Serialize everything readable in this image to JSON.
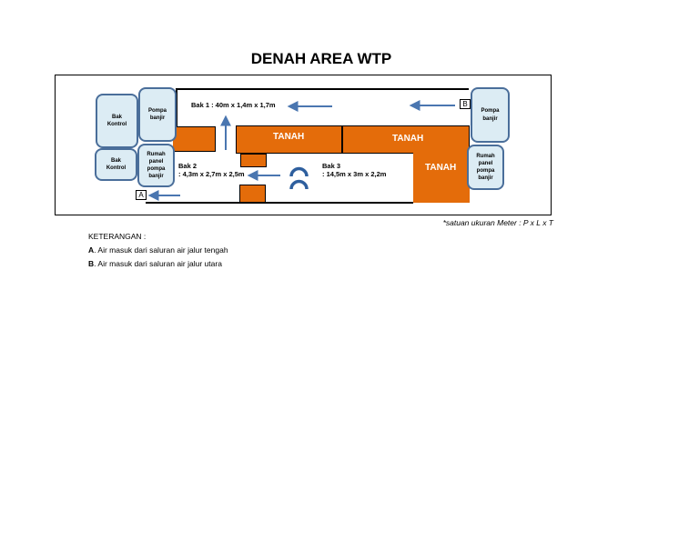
{
  "title": "DENAH AREA WTP",
  "boxes": {
    "bak_kontrol_1": "Bak Kontrol",
    "bak_kontrol_2": "Bak Kontrol",
    "pompa_banjir_left": "Pompa banjir",
    "rumah_panel_left": "Rumah panel pompa banjir",
    "pompa_banjir_right": "Pompa banjir",
    "rumah_panel_right": "Rumah panel pompa banjir"
  },
  "land": {
    "tanah_1": "TANAH",
    "tanah_2": "TANAH",
    "tanah_3": "TANAH"
  },
  "tanks": {
    "bak1": "Bak 1 : 40m x 1,4m x 1,7m",
    "bak2_name": "Bak 2",
    "bak2_dims": ": 4,3m x 2,7m x 2,5m",
    "bak3_name": "Bak 3",
    "bak3_dims": ": 14,5m x 3m x 2,2m"
  },
  "markers": {
    "a": "A",
    "b": "B"
  },
  "unit_note": "*satuan ukuran Meter : P x L x T",
  "legend": {
    "heading": "KETERANGAN :",
    "items": [
      {
        "key": "A",
        "text": ". Air masuk dari saluran air jalur tengah"
      },
      {
        "key": "B",
        "text": ". Air masuk dari saluran air jalur utara"
      }
    ]
  },
  "colors": {
    "tanah": "#e46c0a",
    "box_fill": "#dcecf4",
    "box_border": "#4a6e9a",
    "arrow": "#4a76b0"
  }
}
